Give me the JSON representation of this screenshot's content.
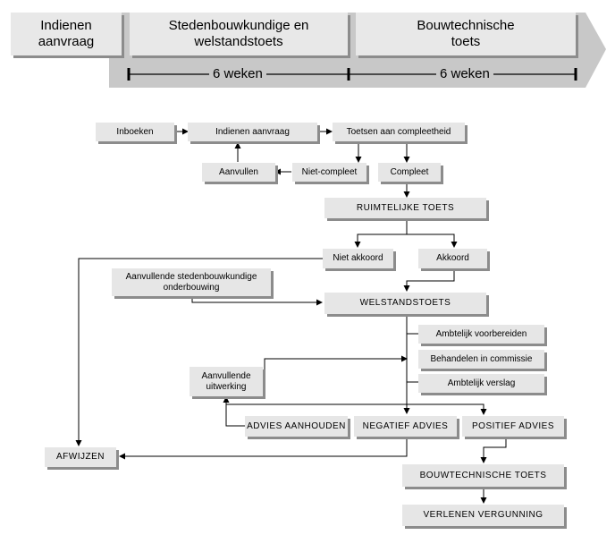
{
  "timeline": {
    "phases": [
      "Indienen\naanvraag",
      "Stedenbouwkundige en\nwelstandstoets",
      "Bouwtechnische\ntoets"
    ],
    "durations": [
      "6 weken",
      "6 weken"
    ]
  },
  "boxes": {
    "inboeken": "Inboeken",
    "indienen_aanvraag": "Indienen aanvraag",
    "toetsen": "Toetsen aan compleetheid",
    "aanvullen": "Aanvullen",
    "niet_compleet": "Niet-compleet",
    "compleet": "Compleet",
    "ruimtelijke_toets": "RUIMTELIJKE TOETS",
    "niet_akkoord": "Niet akkoord",
    "akkoord": "Akkoord",
    "aanvullende_onderbouwing": "Aanvullende stedenbouwkundige\nonderbouwing",
    "welstandstoets": "WELSTANDSTOETS",
    "ambtelijk_voorbereiden": "Ambtelijk voorbereiden",
    "behandelen_commissie": "Behandelen in commissie",
    "ambtelijk_verslag": "Ambtelijk verslag",
    "aanvullende_uitwerking": "Aanvullende\nuitwerking",
    "advies_aanhouden": "ADVIES AANHOUDEN",
    "negatief_advies": "NEGATIEF ADVIES",
    "positief_advies": "POSITIEF ADVIES",
    "afwijzen": "AFWIJZEN",
    "bouwtechnische_toets": "BOUWTECHNISCHE TOETS",
    "verlenen_vergunning": "VERLENEN VERGUNNING"
  }
}
